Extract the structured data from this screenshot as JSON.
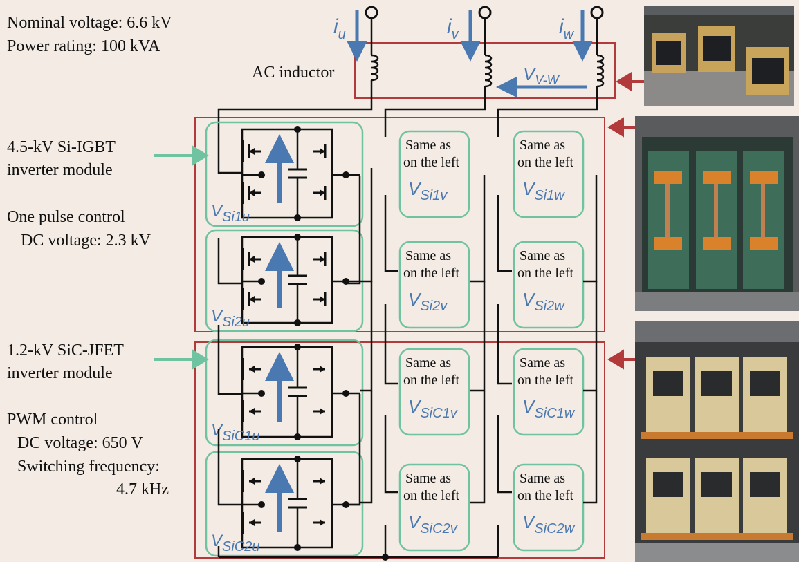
{
  "left_text": {
    "nominal_voltage": "Nominal  voltage:  6.6 kV",
    "power_rating": "Power rating:  100 kVA",
    "si_module_line1": "4.5-kV Si-IGBT",
    "si_module_line2": "inverter  module",
    "si_control": "One pulse  control",
    "si_dc_voltage": "DC voltage:  2.3 kV",
    "sic_module_line1": "1.2-kV SiC-JFET",
    "sic_module_line2": "inverter  module",
    "sic_control": "PWM control",
    "sic_dc_voltage": "DC voltage:  650 V",
    "sic_switching_label": "Switching  frequency:",
    "sic_switching_value": "4.7 kHz"
  },
  "currents": {
    "u": {
      "main": "i",
      "sub": "u"
    },
    "v": {
      "main": "i",
      "sub": "v"
    },
    "w": {
      "main": "i",
      "sub": "w"
    }
  },
  "ac_inductor_label": "AC inductor",
  "line_voltage": {
    "main": "V",
    "sub": "V-W"
  },
  "same_as": {
    "line1": "Same as",
    "line2": "on the left"
  },
  "u_cells": [
    {
      "main": "V",
      "sub": "Si1u"
    },
    {
      "main": "V",
      "sub": "Si2u"
    },
    {
      "main": "V",
      "sub": "SiC1u"
    },
    {
      "main": "V",
      "sub": "SiC2u"
    }
  ],
  "v_cells": [
    {
      "main": "V",
      "sub": "Si1v"
    },
    {
      "main": "V",
      "sub": "Si2v"
    },
    {
      "main": "V",
      "sub": "SiC1v"
    },
    {
      "main": "V",
      "sub": "SiC2v"
    }
  ],
  "w_cells": [
    {
      "main": "V",
      "sub": "Si1w"
    },
    {
      "main": "V",
      "sub": "Si2w"
    },
    {
      "main": "V",
      "sub": "SiC1w"
    },
    {
      "main": "V",
      "sub": "SiC2w"
    }
  ],
  "colors": {
    "background": "#f3ebe4",
    "module_box": "#b23a3a",
    "cell_box": "#6fc3a0",
    "arrow_blue": "#4a78b0",
    "pointer_red": "#b23a3a",
    "pointer_green": "#6fc3a0",
    "wire": "#111111"
  },
  "photos": [
    {
      "name": "photo-ac-inductors",
      "subject": "three AC inductors"
    },
    {
      "name": "photo-si-igbt-module",
      "subject": "Si-IGBT inverter module cabinet"
    },
    {
      "name": "photo-sic-jfet-module",
      "subject": "SiC-JFET inverter module rack"
    }
  ]
}
